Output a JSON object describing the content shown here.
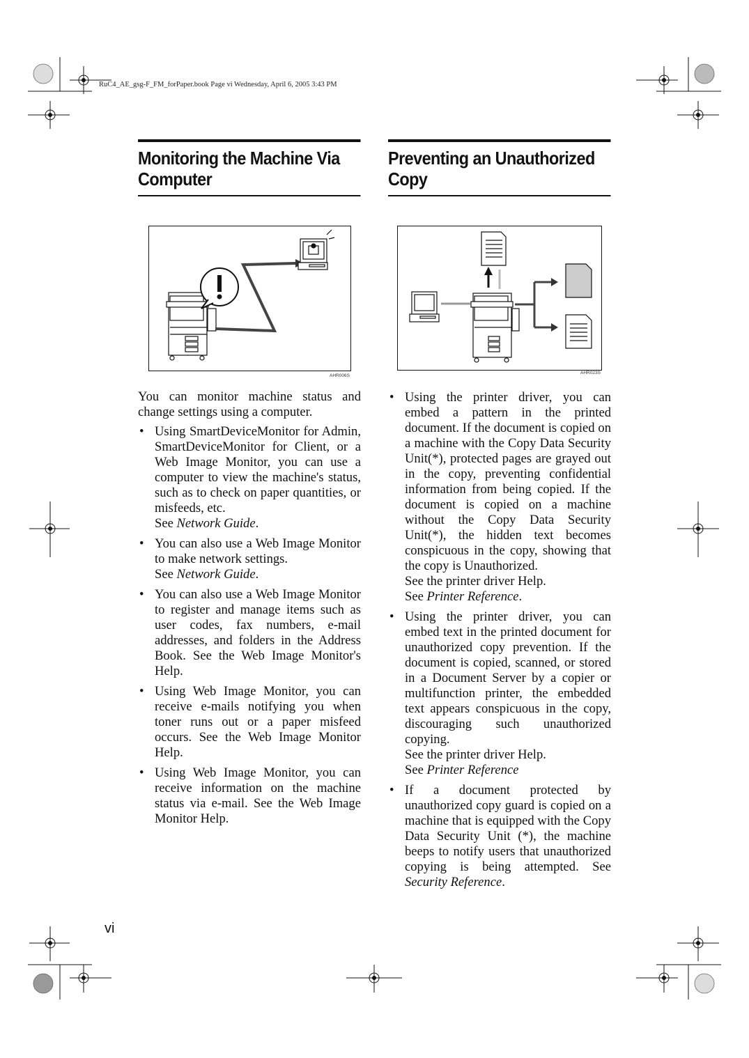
{
  "header": {
    "file_info": "RuC4_AE_gsg-F_FM_forPaper.book  Page vi  Wednesday, April 6, 2005  3:43 PM"
  },
  "left": {
    "title": "Monitoring the Machine Via Computer",
    "figure_code": "AHR006S",
    "intro": "You can monitor machine status and change settings using a computer.",
    "bullets": [
      {
        "text": "Using SmartDeviceMonitor for Admin, SmartDeviceMonitor for Client, or a Web Image Monitor, you can use a computer to view the machine's status, such as to check on paper quantities, or misfeeds, etc.",
        "see": "See ",
        "ref": "Network Guide",
        "end": "."
      },
      {
        "text": "You can also use a Web Image Monitor to make network settings.",
        "see": "See ",
        "ref": "Network Guide",
        "end": "."
      },
      {
        "text": "You can also use a Web Image Monitor to register and manage items such as user codes, fax numbers, e-mail addresses, and folders in the Address Book. See the Web Image Monitor's Help.",
        "see": "",
        "ref": "",
        "end": ""
      },
      {
        "text": "Using Web Image Monitor, you can receive e-mails notifying you when toner runs out or a paper misfeed occurs. See the Web Image Monitor Help.",
        "see": "",
        "ref": "",
        "end": ""
      },
      {
        "text": "Using Web Image Monitor, you can receive information on the machine status via e-mail. See the Web Image Monitor Help.",
        "see": "",
        "ref": "",
        "end": ""
      }
    ]
  },
  "right": {
    "title": "Preventing an Unauthorized Copy",
    "figure_code": "AHR023S",
    "bullets": [
      {
        "text": "Using the printer driver, you can embed a pattern in the printed document. If the document is copied on a machine with the Copy Data Security Unit(*), protected pages are grayed out in the copy, preventing confidential information from being copied. If the document is copied on a machine without the Copy Data Security Unit(*), the hidden text becomes conspicuous in the copy, showing that the copy is Unauthorized.",
        "line2": "See the printer driver Help.",
        "see": "See ",
        "ref": "Printer Reference",
        "end": "."
      },
      {
        "text": "Using the printer driver, you can embed text in the printed document for unauthorized copy prevention. If the document is copied, scanned, or stored in a Document Server by a copier or multifunction printer, the embedded text appears conspicuous in the copy, discouraging such unauthorized copying.",
        "line2": "See the printer driver Help.",
        "see": "See ",
        "ref": "Printer Reference",
        "end": ""
      },
      {
        "text": "If a document protected by unauthorized copy guard is copied on a machine that is equipped with the Copy Data Security Unit (*), the machine beeps to notify users that unauthorized copying is being attempted. See ",
        "line2": "",
        "see": "",
        "ref": "Security Reference",
        "end": "."
      }
    ]
  },
  "page_number": "vi",
  "bullet_char": "•"
}
